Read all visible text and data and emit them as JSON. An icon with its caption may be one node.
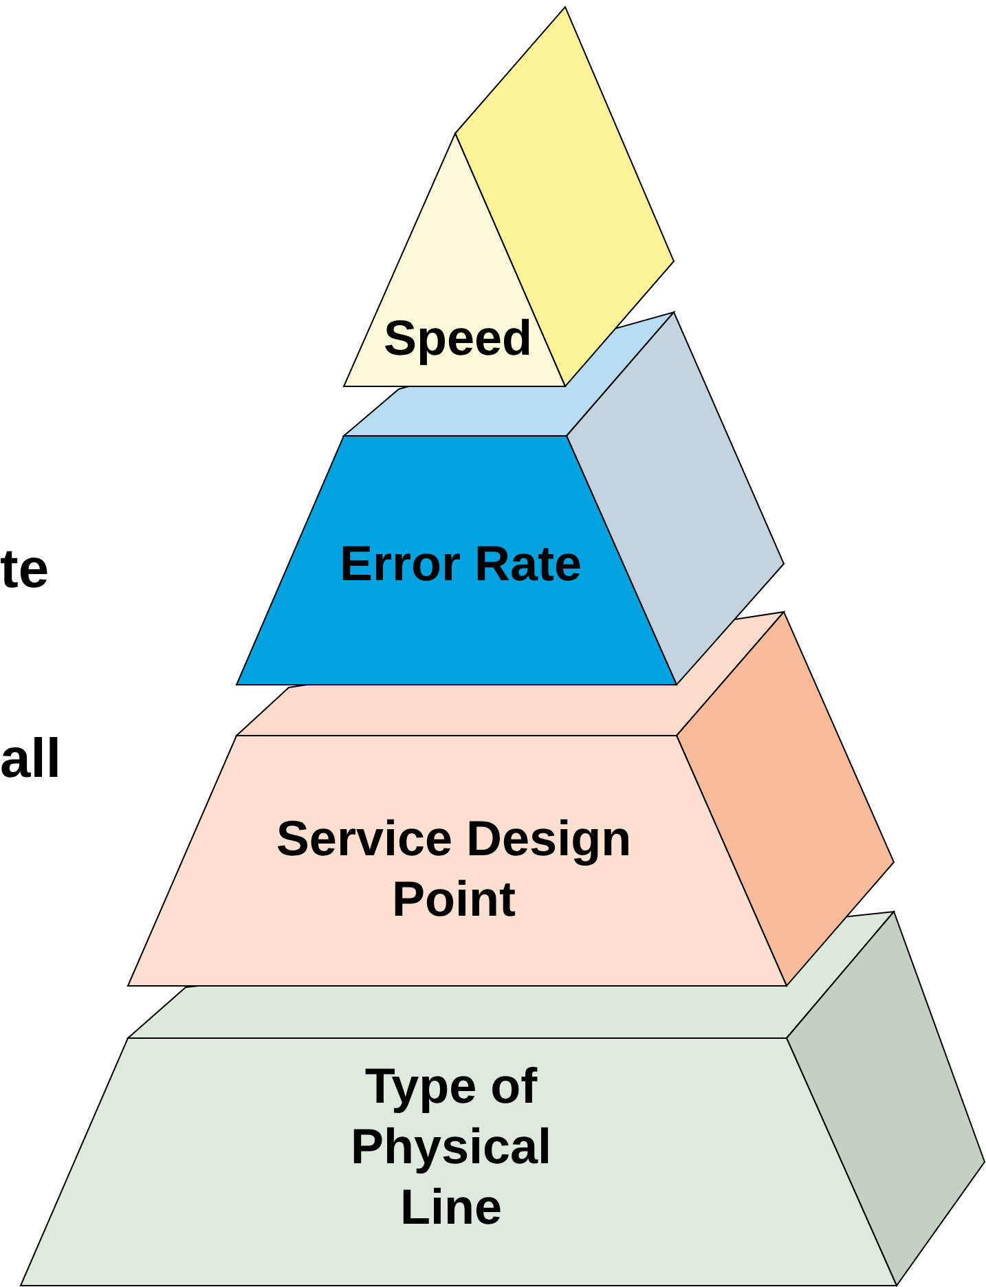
{
  "diagram": {
    "nodes": [
      {
        "text": [
          "Speed"
        ]
      },
      {
        "text": [
          "Error Rate"
        ]
      },
      {
        "text": [
          "Service Design Point"
        ]
      },
      {
        "text": [
          "Type of Physical Line"
        ]
      }
    ],
    "labels": [
      "te",
      "all"
    ]
  }
}
